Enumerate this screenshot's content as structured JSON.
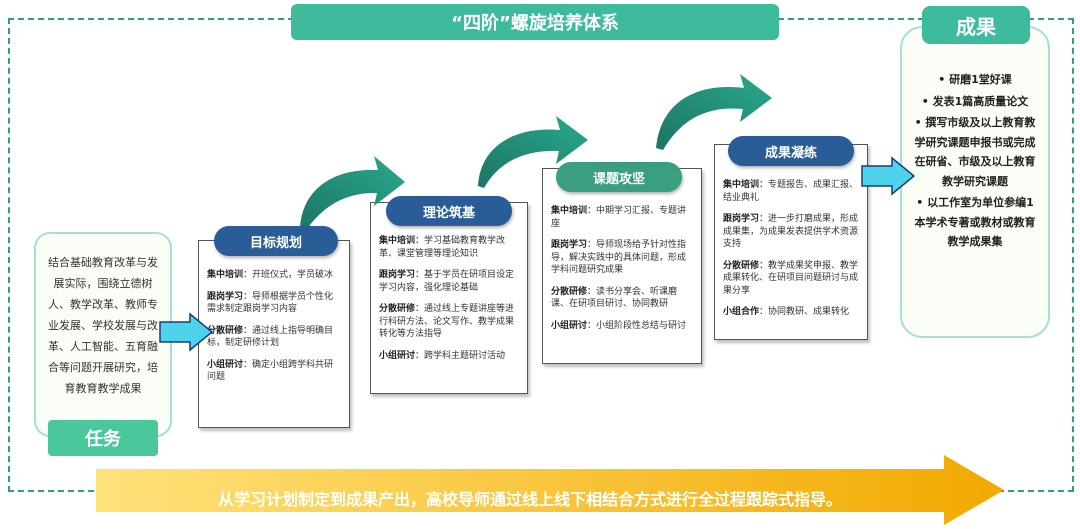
{
  "title": "“四阶”螺旋培养体系",
  "task": {
    "label": "任务",
    "text": "结合基础教育改革与发展实际，围绕立德树人、教学改革、教师专业发展、学校发展与改革、人工智能、五育融合等问题开展研究，培育教育教学成果"
  },
  "stages": [
    {
      "title": "目标规划",
      "items": [
        {
          "label": "集中培训",
          "text": "：开班仪式，学员破冰"
        },
        {
          "label": "跟岗学习",
          "text": "：导师根据学员个性化需求制定跟岗学习内容"
        },
        {
          "label": "分散研修",
          "text": "：通过线上指导明确目标，制定研修计划"
        },
        {
          "label": "小组研讨",
          "text": "：确定小组跨学科共研问题"
        }
      ]
    },
    {
      "title": "理论筑基",
      "items": [
        {
          "label": "集中培训",
          "text": "：学习基础教育教学改革、课堂管理等理论知识"
        },
        {
          "label": "跟岗学习",
          "text": "：基于学员在研项目设定学习内容，强化理论基础"
        },
        {
          "label": "分散研修",
          "text": "：通过线上专题讲座等进行科研方法、论文写作、教学成果转化等方法指导"
        },
        {
          "label": "小组研讨",
          "text": "：跨学科主题研讨活动"
        }
      ]
    },
    {
      "title": "课题攻坚",
      "items": [
        {
          "label": "集中培训",
          "text": "：中期学习汇报、专题讲座"
        },
        {
          "label": "跟岗学习",
          "text": "：导师现场给予针对性指导，解决实践中的具体问题，形成学科问题研究成果"
        },
        {
          "label": "分散研修",
          "text": "：读书分享会、听课磨课、在研项目研讨、协同教研"
        },
        {
          "label": "小组研讨",
          "text": "：小组阶段性总结与研讨"
        }
      ]
    },
    {
      "title": "成果凝练",
      "items": [
        {
          "label": "集中培训",
          "text": "：专题报告、成果汇报、结业典礼"
        },
        {
          "label": "跟岗学习",
          "text": "：进一步打磨成果，形成成果集，为成果发表提供学术资源支持"
        },
        {
          "label": "分散研修",
          "text": "：教学成果奖申报、教学成果转化、在研项目问题研讨与成果分享"
        },
        {
          "label": "小组合作",
          "text": "：协同教研、成果转化"
        }
      ]
    }
  ],
  "result": {
    "label": "成果",
    "items": [
      "• 研磨1堂好课",
      "• 发表1篇高质量论文",
      "• 撰写市级及以上教育教学研究课题申报书或完成在研省、市级及以上教育教学研究课题",
      "• 以工作室为单位参编1本学术专著或教材或教育教学成果集"
    ]
  },
  "bottom_banner": "从学习计划制定到成果产出，高校导师通过线上线下相结合方式进行全过程跟踪式指导。",
  "colors": {
    "frame": "#2f9e88",
    "title_bg": "#3dbb9c",
    "stage_head": "#2a5d98",
    "stage3_head": "#3a9f82",
    "curved_arrow": "#1f7f6e",
    "small_arrow": "#4fd3ec",
    "banner_start": "#ffe066",
    "banner_end": "#f0ab00"
  }
}
